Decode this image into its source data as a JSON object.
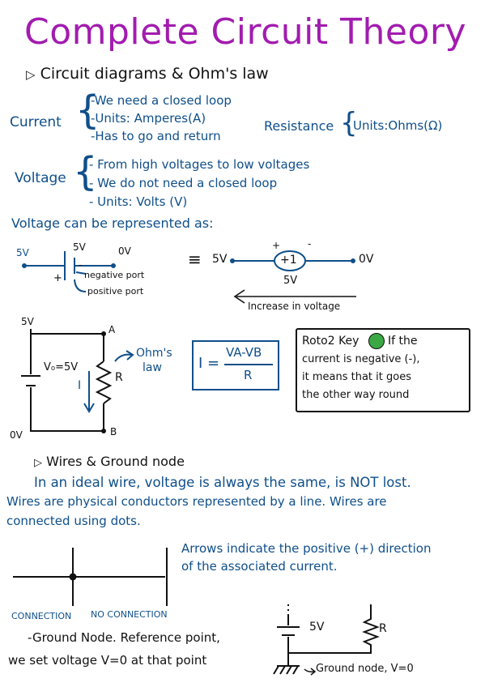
{
  "title": "Complete Circuit Theory",
  "sec1": {
    "heading": "Circuit diagrams & Ohm's law",
    "current": {
      "label": "Current",
      "items": [
        "-We need a closed loop",
        "-Units: Amperes(A)",
        "-Has to go and return"
      ]
    },
    "resistance": {
      "label": "Resistance",
      "units": "Units:Ohms(Ω)"
    },
    "voltage": {
      "label": "Voltage",
      "items": [
        "- From high voltages to low voltages",
        "- We do not need a closed loop",
        "- Units: Volts (V)"
      ]
    },
    "represented": "Voltage can be represented as:"
  },
  "battery_diagram": {
    "left_5v": "5V",
    "top_5v": "5V",
    "top_0v": "0V",
    "plus": "+",
    "minus": "-",
    "negative_port": "negative port",
    "positive_port": "positive port"
  },
  "source_diagram": {
    "equiv": "≡",
    "left": "5V",
    "right": "0V",
    "symbol": "+1",
    "plus": "+",
    "minus": "-",
    "below": "5V",
    "arrow_label": "Increase in voltage"
  },
  "ohm_circuit": {
    "top_label": "5V",
    "node_a": "A",
    "node_b": "B",
    "bottom_label": "0V",
    "v0": "V₀=5V",
    "current": "I",
    "resistor": "R",
    "ohms_law": [
      "Ohm's",
      "law"
    ],
    "formula": {
      "lhs": "I =",
      "numerator": "VA-VB",
      "denominator": "R"
    }
  },
  "roto2": {
    "title": "Roto2 Key",
    "text_first": "If the",
    "lines": [
      "current is negative (-),",
      "it means that it goes",
      "the other way round"
    ]
  },
  "sec2": {
    "heading": "Wires & Ground node",
    "lines": [
      "In an ideal wire, voltage is always the same, is NOT lost.",
      "Wires are physical conductors represented by a line. Wires are",
      "connected using dots."
    ],
    "arrows": [
      "Arrows indicate the positive (+) direction",
      "of the associated current."
    ],
    "connection": "CONNECTION",
    "no_connection": "NO CONNECTION",
    "ground": [
      "-Ground Node. Reference point,",
      "we set voltage V=0 at that point"
    ],
    "ground_diag": {
      "voltage": "5V",
      "resistor": "R",
      "ground_label": "Ground node, V=0"
    }
  },
  "colors": {
    "title": "#a21caf",
    "blue": "#0f4f8a",
    "black": "#111111"
  }
}
